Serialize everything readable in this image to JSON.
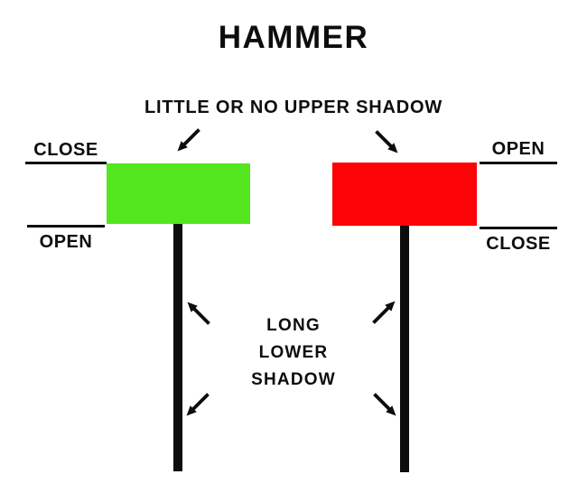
{
  "title": "HAMMER",
  "annotations": {
    "upper_shadow": "LITTLE OR NO UPPER SHADOW",
    "lower_shadow_lines": [
      "LONG",
      "LOWER",
      "SHADOW"
    ]
  },
  "candles": {
    "bullish": {
      "type": "bullish hammer",
      "body_color": "#54E61E",
      "top_level_label": "CLOSE",
      "bottom_level_label": "OPEN"
    },
    "bearish": {
      "type": "bearish hammer",
      "body_color": "#FC0306",
      "top_level_label": "OPEN",
      "bottom_level_label": "CLOSE"
    }
  },
  "icons": {
    "arrow_down_left": "arrow-down-left-icon",
    "arrow_down_right": "arrow-down-right-icon",
    "arrow_up_left": "arrow-up-left-icon",
    "arrow_up_right": "arrow-up-right-icon"
  },
  "colors": {
    "background": "#FFFFFF",
    "ink": "#0D0D0D",
    "bullish_body": "#54E61E",
    "bearish_body": "#FC0306"
  }
}
